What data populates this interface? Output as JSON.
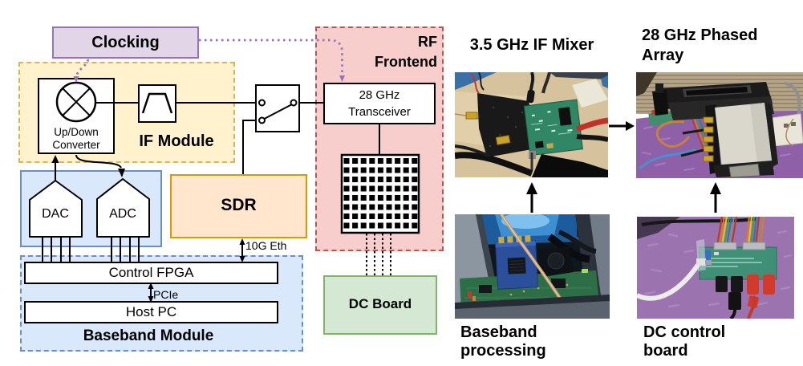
{
  "palette": {
    "purple_fill": "#E1D5E7",
    "purple_stroke": "#9673B9",
    "yellow_fill": "#FFF2CC",
    "yellow_stroke": "#D6B656",
    "orange_fill": "#FFE6CC",
    "orange_stroke": "#D79B00",
    "blue_fill": "#DAE8FC",
    "blue_stroke": "#6C8EBF",
    "red_fill": "#F8CECC",
    "red_stroke": "#B85450",
    "green_fill": "#D5E8D4",
    "green_stroke": "#82B366",
    "wire": "#000000"
  },
  "diagram": {
    "clocking": "Clocking",
    "if_module": "IF Module",
    "converter": "Up/Down Converter",
    "dac": "DAC",
    "adc": "ADC",
    "sdr": "SDR",
    "rf_frontend": "RF Frontend",
    "transceiver": "28 GHz Transceiver",
    "dc_board": "DC Board",
    "control_fpga": "Control FPGA",
    "host_pc": "Host PC",
    "baseband_module": "Baseband Module",
    "eth_link": "10G Eth",
    "pcie_link": "PCIe"
  },
  "photos": {
    "if_mixer_title": "3.5 GHz IF Mixer",
    "phased_array_title": "28 GHz Phased Array",
    "baseband_caption": "Baseband processing",
    "dc_control_caption": "DC control board"
  }
}
